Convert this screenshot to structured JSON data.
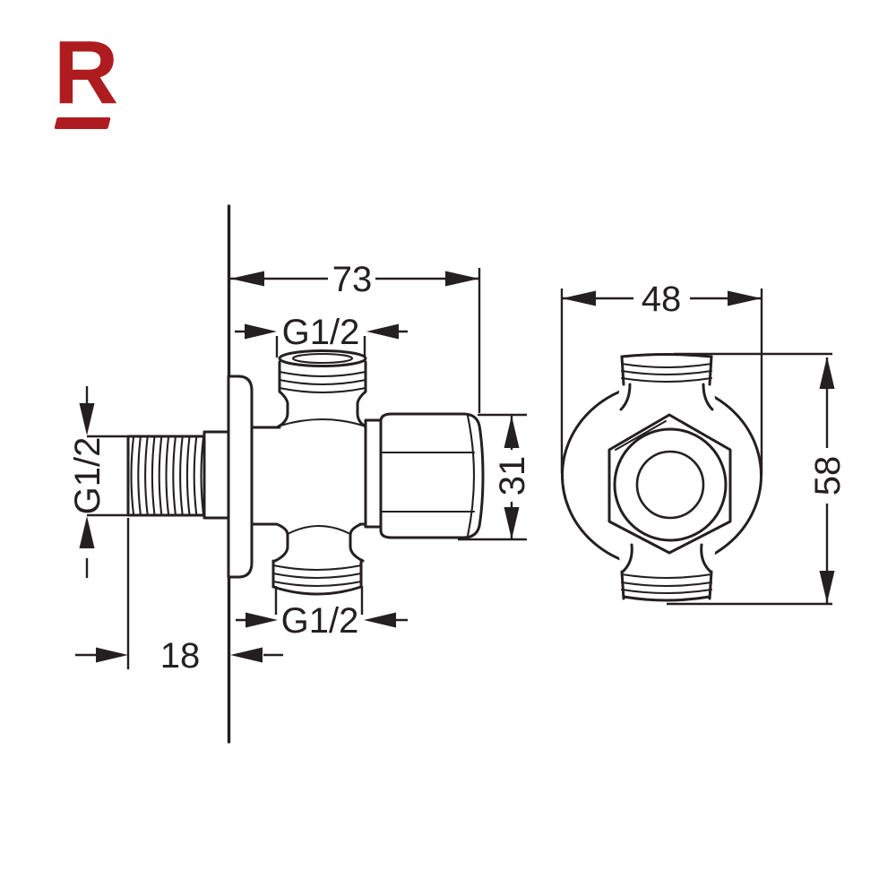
{
  "logo": {
    "letter": "R"
  },
  "colors": {
    "ink": "#241f21",
    "brand_red": "#ae1c20",
    "background": "#ffffff"
  },
  "views": {
    "side_view": {
      "labels": {
        "overall_width": "73",
        "top_outlet_thread": "G1/2",
        "wall_inlet_thread": "G1/2",
        "cap_nut_height": "31",
        "wall_thread_depth": "18",
        "bottom_outlet_thread": "G1/2"
      }
    },
    "front_view": {
      "labels": {
        "flange_diameter": "48",
        "overall_height": "58"
      }
    }
  }
}
